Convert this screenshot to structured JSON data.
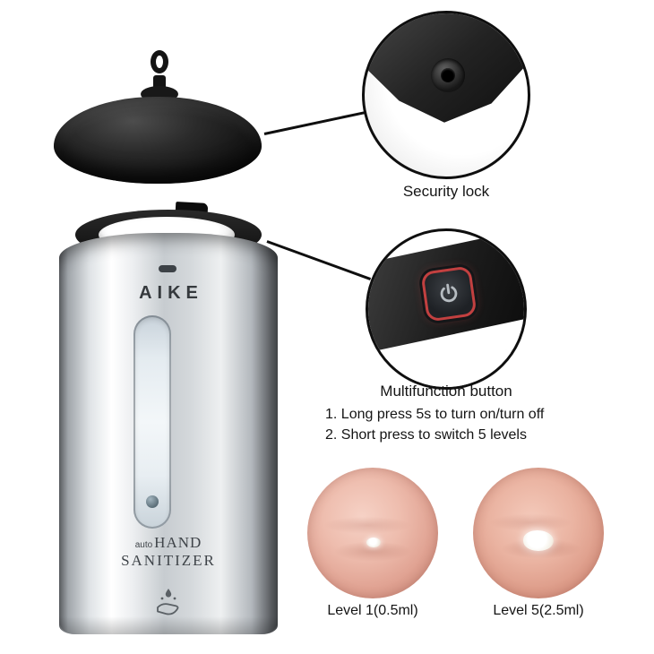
{
  "colors": {
    "background": "#ffffff",
    "outline": "#0f0f0f",
    "button_ring": "#c24040",
    "steel_light": "#eef0f2",
    "steel_dark": "#5d6064",
    "skin": "#eab3a1"
  },
  "icons": {
    "hook": "hanging-hook",
    "security_hole": "screw-hole",
    "power": "power-symbol",
    "hand_wash": "hand-with-drop"
  },
  "product": {
    "brand": "AIKE",
    "label_small": "auto",
    "label_line1": "HAND",
    "label_line2": "SANITIZER"
  },
  "callouts": {
    "security_lock": {
      "label": "Security lock"
    },
    "multifunction_button": {
      "label": "Multifunction button",
      "instructions": [
        "1. Long press 5s to turn on/turn off",
        "2. Short press to switch 5 levels"
      ]
    }
  },
  "levels": [
    {
      "label": "Level 1(0.5ml)"
    },
    {
      "label": "Level 5(2.5ml)"
    }
  ]
}
